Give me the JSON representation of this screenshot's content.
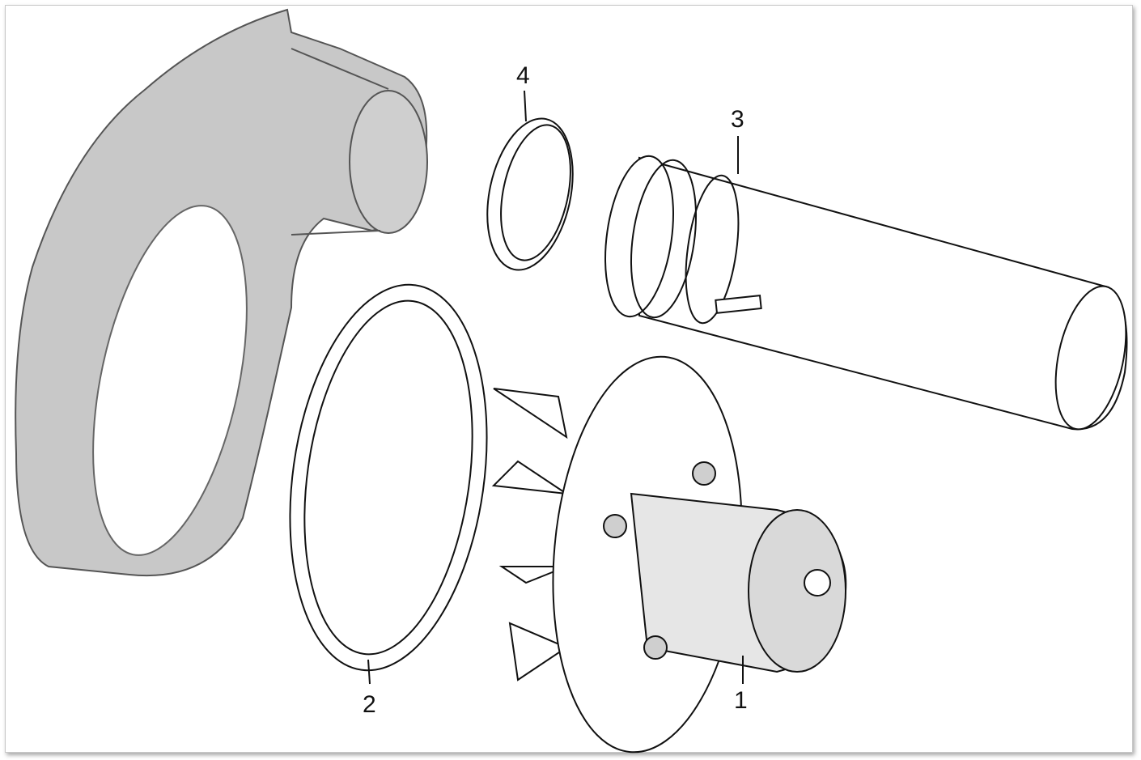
{
  "diagram": {
    "callouts": [
      {
        "id": "1",
        "label": "1"
      },
      {
        "id": "2",
        "label": "2"
      },
      {
        "id": "3",
        "label": "3"
      },
      {
        "id": "4",
        "label": "4"
      }
    ],
    "colors": {
      "housing": "#9a9a9a",
      "line": "#111111",
      "background": "#ffffff"
    }
  }
}
